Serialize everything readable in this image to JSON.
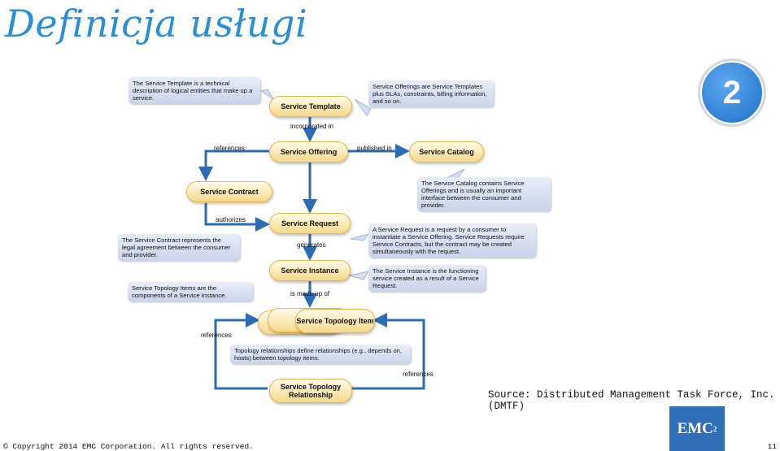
{
  "slide": {
    "title": "Definicja usługi",
    "badge": "2",
    "source": "Source: Distributed Management Task Force, Inc. (DMTF)",
    "copyright": "© Copyright 2014 EMC Corporation. All rights reserved.",
    "page_number": "11",
    "logo_text": "EMC",
    "logo_sup": "2"
  },
  "diagram": {
    "nodes": {
      "service_template": "Service Template",
      "service_offering": "Service Offering",
      "service_catalog": "Service Catalog",
      "service_contract": "Service Contract",
      "service_request": "Service Request",
      "service_instance": "Service Instance",
      "service_topology_item": "Service Topology Item",
      "service_topology_relationship": "Service Topology Relationship"
    },
    "edges": {
      "incorporated_in": "incorporated in",
      "references_top": "references",
      "published_in": "published in",
      "authorizes": "authorizes",
      "generates": "generates",
      "is_made_up_of": "is made up of",
      "references_left": "references",
      "references_right": "references"
    },
    "notes": {
      "template": "The Service Template is a technical description of logical entities that make up a service.",
      "offerings": "Service Offerings are Service Templates plus SLAs, constraints, billing information, and so on.",
      "catalog": "The Service Catalog contains Service Offerings and is usually an important interface between the consumer and provider.",
      "contract": "The Service Contract represents the legal agreement between the consumer and provider.",
      "request": "A Service Request is a request by a consumer to instantiate a Service Offering. Service Requests require Service Contracts, but the contract may be created simultaneously with the request.",
      "instance": "The Service Instance is the functioning service created as a result of a Service Request.",
      "topology_items": "Service Topology Items are the components of a Service Instance.",
      "topology_relationships": "Topology relationships define relationships (e.g., depends on, hosts) between topology items."
    }
  },
  "colors": {
    "title": "#2a8fd6",
    "arrow": "#2a6db5",
    "pill_fill": "#f4d98a",
    "note_fill": "#d5ddef",
    "logo": "#2f6fb8"
  }
}
